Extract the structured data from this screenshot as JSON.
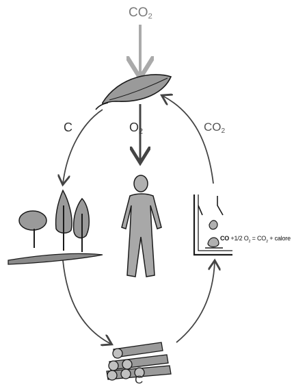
{
  "labels": {
    "top_co2": "CO",
    "top_co2_sub": "2",
    "center_o2": "O",
    "center_o2_sub": "2",
    "left_c": "C",
    "right_co2": "CO",
    "right_co2_sub": "2",
    "bottom_c": "C"
  },
  "equation": {
    "lhs_bold": "CO",
    "lhs_rest": "+1/2 O",
    "lhs_sub": "2",
    "rhs": "= CO",
    "rhs_sub": "2",
    "rhs_tail": "+ calore"
  },
  "colors": {
    "arrow_dark": "#444444",
    "arrow_light": "#aaaaaa",
    "fill_grey": "#9a9a9a",
    "outline": "#1a1a1a"
  }
}
